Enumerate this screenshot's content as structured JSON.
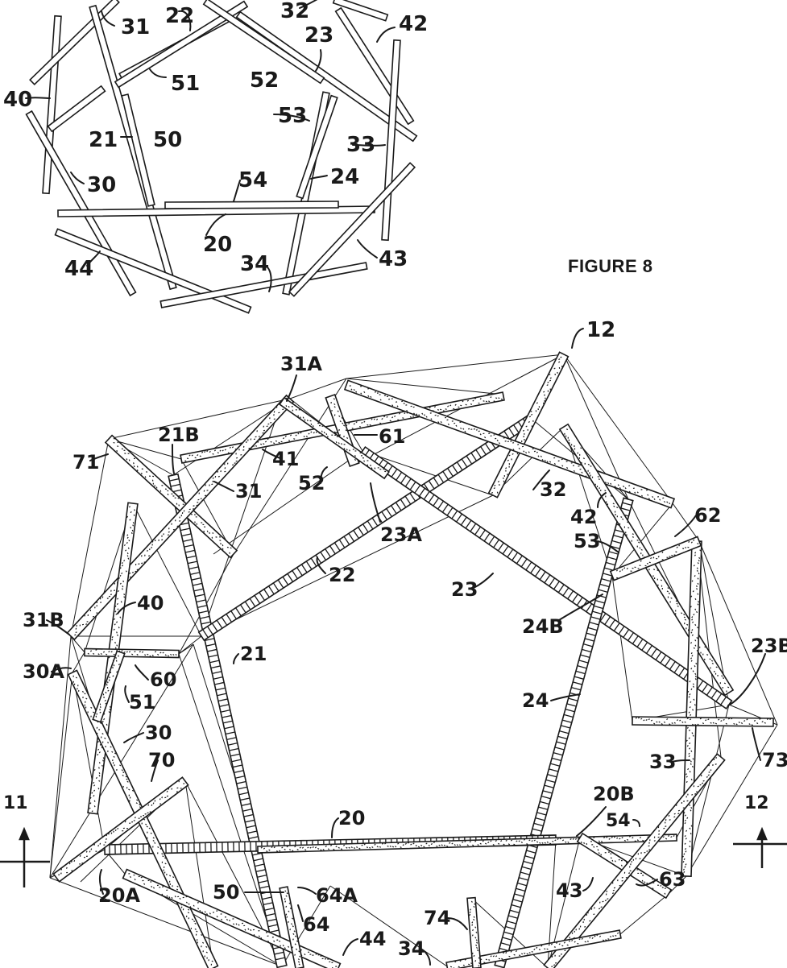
{
  "figure": {
    "caption": "FIGURE 8"
  },
  "diagram": {
    "ink_color": "#1a1a1a",
    "paper_color": "#ffffff",
    "top_view_labels": [
      "31",
      "22",
      "32",
      "23",
      "42",
      "40",
      "51",
      "52",
      "53",
      "21",
      "50",
      "33",
      "30",
      "54",
      "24",
      "20",
      "44",
      "34",
      "43"
    ],
    "main_view_labels": [
      "12",
      "31A",
      "21B",
      "61",
      "71",
      "41",
      "52",
      "31",
      "32",
      "42",
      "62",
      "23A",
      "53",
      "22",
      "23",
      "40",
      "24B",
      "31B",
      "21",
      "23B",
      "30A",
      "60",
      "51",
      "24",
      "30",
      "73",
      "70",
      "33",
      "20B",
      "11",
      "12",
      "54",
      "20",
      "20A",
      "50",
      "64A",
      "43",
      "63",
      "64",
      "44",
      "74",
      "34"
    ]
  }
}
